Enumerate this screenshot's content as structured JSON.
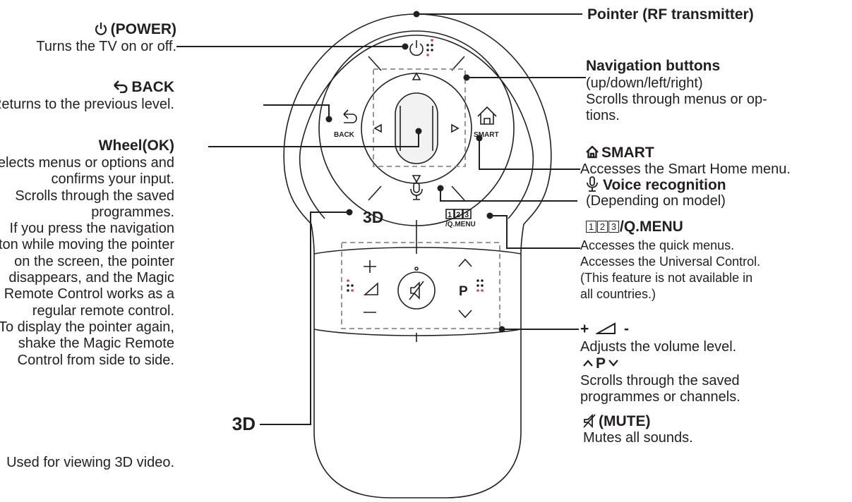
{
  "left": {
    "power": {
      "title": "(POWER)",
      "desc": "Turns the TV on or off."
    },
    "back": {
      "title": "BACK",
      "desc": "Returns to the previous level."
    },
    "wheel": {
      "title": "Wheel(OK)",
      "lines": [
        "Selects menus or options and",
        "confirms your input.",
        "Scrolls through the saved",
        "programmes.",
        "If you press the navigation",
        "button while moving the pointer",
        "on the screen, the pointer",
        "disappears, and the Magic",
        "Remote Control works as a",
        "regular remote control.",
        "To display the pointer again,",
        "shake the Magic Remote",
        "Control from side to side."
      ]
    },
    "three_d": {
      "title": "3D",
      "desc": "Used for viewing 3D video."
    }
  },
  "right": {
    "pointer": {
      "title": "Pointer (RF transmitter)"
    },
    "navigation": {
      "title": "Navigation buttons",
      "lines": [
        "(up/down/left/right)",
        "Scrolls through menus or op-",
        "tions."
      ]
    },
    "smart": {
      "title": "SMART",
      "desc": "Accesses the Smart Home menu."
    },
    "voice": {
      "title": "Voice recognition",
      "desc": "(Depending on model)"
    },
    "qmenu": {
      "title": "/Q.MENU",
      "digits": [
        "1",
        "2",
        "3"
      ],
      "lines": [
        "Accesses the quick menus.",
        "Accesses the Universal Control.",
        "(This feature is not available in",
        "all countries.)"
      ]
    },
    "volume": {
      "title_plus": "+",
      "title_minus": "-",
      "desc": "Adjusts the volume level."
    },
    "program": {
      "title": "P",
      "lines": [
        "Scrolls through the saved",
        "programmes or channels."
      ]
    },
    "mute": {
      "title": "(MUTE)",
      "desc": "Mutes all sounds."
    }
  },
  "remote": {
    "back_label": "BACK",
    "smart_label": "SMART",
    "three_d_label": "3D",
    "qmenu_label": "/Q.MENU",
    "qmenu_digits": [
      "1",
      "2",
      "3"
    ],
    "program_label": "P"
  }
}
